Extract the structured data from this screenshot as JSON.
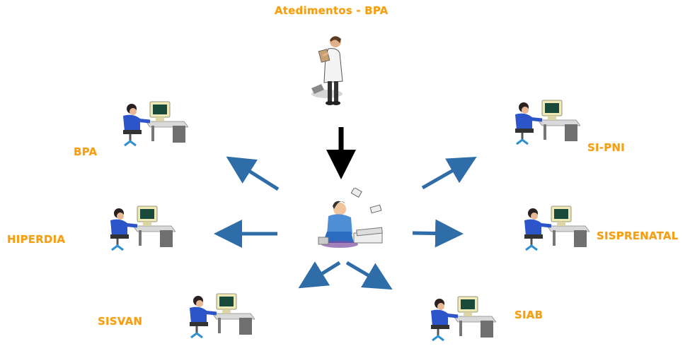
{
  "title": "Atedimentos - BPA",
  "labels": {
    "bpa": "BPA",
    "hiperdia": "HIPERDIA",
    "sisvan": "SISVAN",
    "sipni": "SI-PNI",
    "sisprenatal": "SISPRENATAL",
    "siab": "SIAB"
  },
  "colors": {
    "label": "#f5a014",
    "arrow": "#2f6da9",
    "down_arrow": "#000000"
  },
  "icons": [
    "doctor-figure",
    "clerk-with-papers",
    "computer-workstation"
  ]
}
